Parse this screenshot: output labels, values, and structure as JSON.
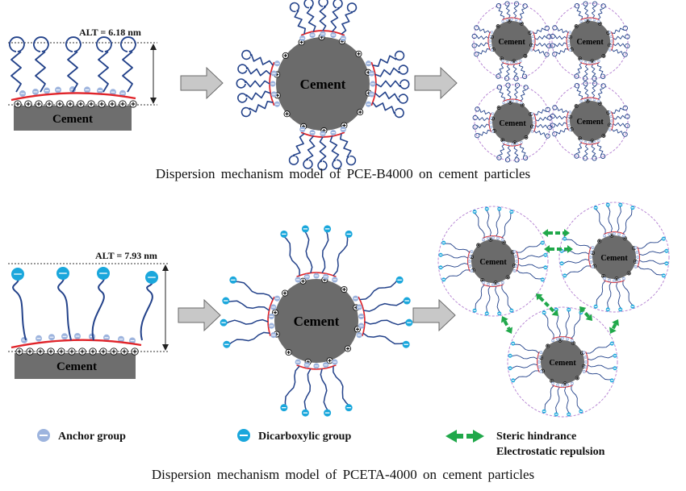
{
  "colors": {
    "cement_bar": "#6e6e6e",
    "cement_sphere": "#6b6b6b",
    "anchor": "#9db4de",
    "dicarboxylic": "#1aa7dc",
    "backbone": "#e0242a",
    "chain": "#23428a",
    "halo": "#b27dd0",
    "arrow_fill": "#c8c8c8",
    "steric_arrow": "#20a84a"
  },
  "top": {
    "alt_label": "ALT = 6.18 nm",
    "cement_label": "Cement",
    "caption": "Dispersion mechanism model of PCE-B4000 on cement particles"
  },
  "bottom": {
    "alt_label": "ALT = 7.93 nm",
    "cement_label": "Cement",
    "caption": "Dispersion mechanism model of PCETA-4000 on cement particles"
  },
  "legend": {
    "anchor": "Anchor group",
    "dicarboxylic": "Dicarboxylic group",
    "steric": "Steric hindrance",
    "electrostatic": "Electrostatic repulsion"
  },
  "icons": {
    "process_arrow": "right-arrow-icon",
    "charge_plus": "plus-sign",
    "charge_minus": "minus-sign"
  }
}
